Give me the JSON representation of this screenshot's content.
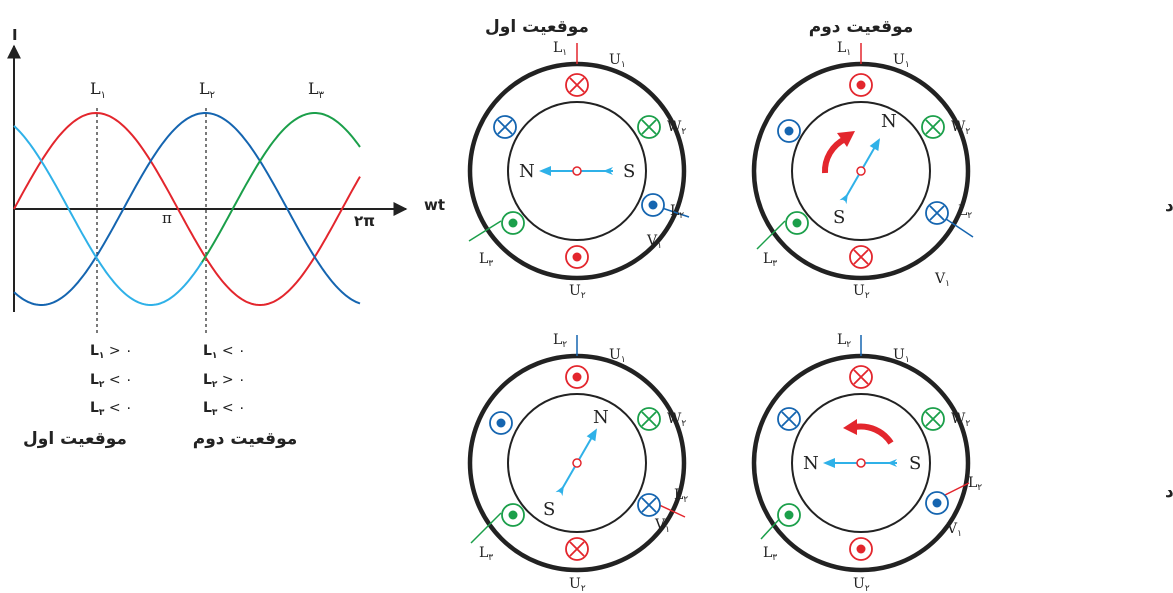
{
  "colors": {
    "red": "#e3262d",
    "dark_blue": "#1565b0",
    "light_blue": "#2fb1e8",
    "green": "#1b9f4a",
    "black": "#222222"
  },
  "waveform": {
    "y_axis_label": "I",
    "x_axis_label": "wt",
    "pi_label": "π",
    "two_pi_label": "۲π",
    "peak_labels": [
      {
        "main": "L",
        "sub": "۱"
      },
      {
        "main": "L",
        "sub": "۲"
      },
      {
        "main": "L",
        "sub": "۳"
      }
    ],
    "conditions": [
      {
        "title": "موقعیت اول",
        "lines": [
          {
            "main": "L",
            "sub": "۱",
            "rel": " > ۰"
          },
          {
            "main": "L",
            "sub": "۲",
            "rel": " < ۰"
          },
          {
            "main": "L",
            "sub": "۳",
            "rel": " < ۰"
          }
        ]
      },
      {
        "title": "موقعیت دوم",
        "lines": [
          {
            "main": "L",
            "sub": "۱",
            "rel": " < ۰"
          },
          {
            "main": "L",
            "sub": "۲",
            "rel": " > ۰"
          },
          {
            "main": "L",
            "sub": "۳",
            "rel": " < ۰"
          }
        ]
      }
    ]
  },
  "row_labels": {
    "motor1": "موتور اول راست‌گرد",
    "motor2": "موتور دوم چپ‌گرد"
  },
  "motors": [
    {
      "title": "موقعیت اول",
      "top_line": {
        "main": "L",
        "sub": "۱"
      },
      "top_label": {
        "main": "U",
        "sub": "۱"
      },
      "w_label": {
        "main": "W",
        "sub": "۲"
      },
      "right_line": {
        "main": "L",
        "sub": "۲"
      },
      "right_label": {
        "main": "V",
        "sub": "۱"
      },
      "left_line": {
        "main": "L",
        "sub": "۳"
      },
      "bottom_label": {
        "main": "U",
        "sub": "۲"
      },
      "north": "N",
      "south": "S"
    },
    {
      "title": "موقعیت دوم",
      "top_line": {
        "main": "L",
        "sub": "۱"
      },
      "top_label": {
        "main": "U",
        "sub": "۱"
      },
      "w_label": {
        "main": "W",
        "sub": "۲"
      },
      "right_line": {
        "main": "L",
        "sub": "۲"
      },
      "right_label": {
        "main": "V",
        "sub": "۱"
      },
      "left_line": {
        "main": "L",
        "sub": "۳"
      },
      "bottom_label": {
        "main": "U",
        "sub": "۲"
      },
      "north": "N",
      "south": "S"
    },
    {
      "top_line": {
        "main": "L",
        "sub": "۲"
      },
      "top_label": {
        "main": "U",
        "sub": "۱"
      },
      "w_label": {
        "main": "W",
        "sub": "۲"
      },
      "right_line": {
        "main": "L",
        "sub": "۲"
      },
      "right_label": {
        "main": "V",
        "sub": "۱"
      },
      "left_line": {
        "main": "L",
        "sub": "۳"
      },
      "bottom_label": {
        "main": "U",
        "sub": "۲"
      },
      "north": "N",
      "south": "S"
    },
    {
      "top_line": {
        "main": "L",
        "sub": "۲"
      },
      "top_label": {
        "main": "U",
        "sub": "۱"
      },
      "w_label": {
        "main": "W",
        "sub": "۲"
      },
      "right_line": {
        "main": "L",
        "sub": "۲"
      },
      "right_label": {
        "main": "V",
        "sub": "۱"
      },
      "left_line": {
        "main": "L",
        "sub": "۳"
      },
      "bottom_label": {
        "main": "U",
        "sub": "۲"
      },
      "north": "N",
      "south": "S"
    }
  ]
}
